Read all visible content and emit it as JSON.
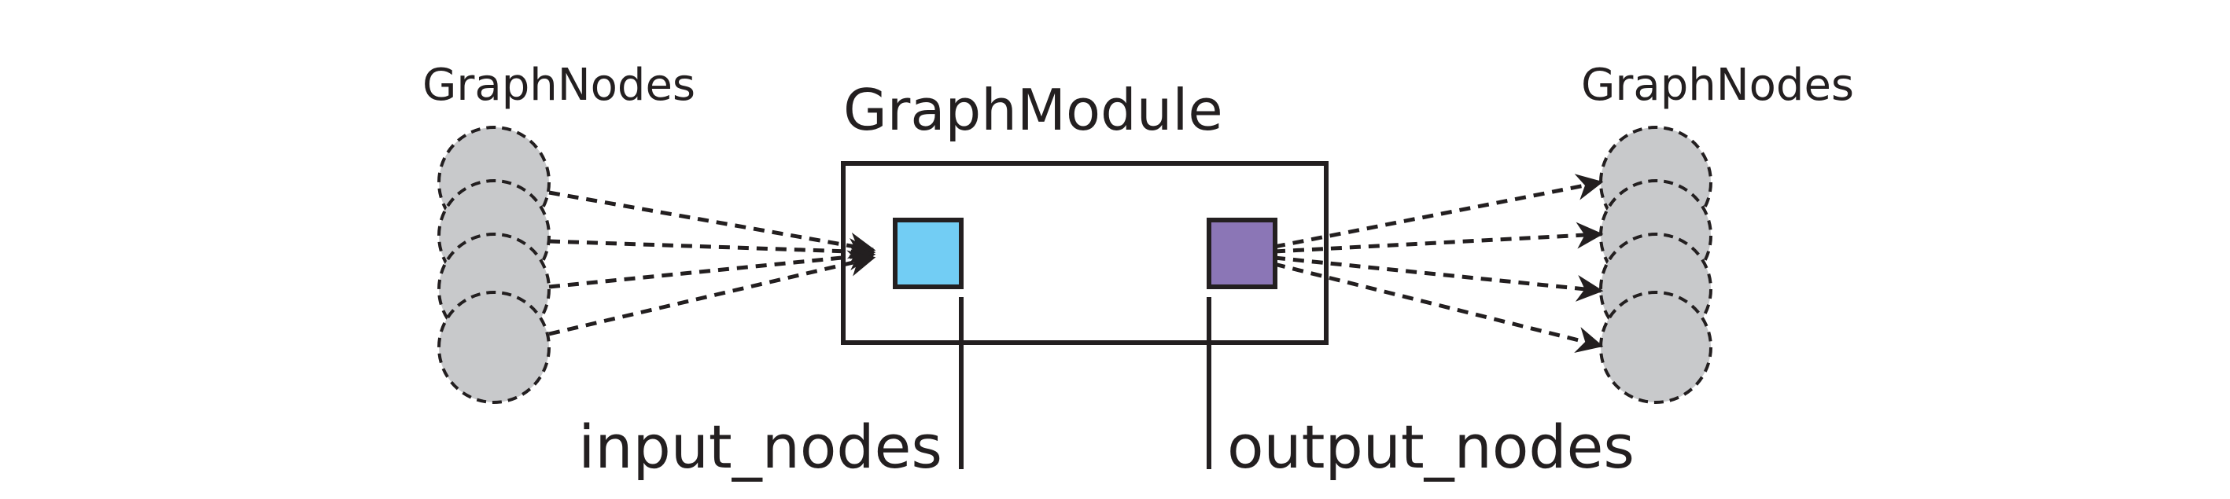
{
  "labels": {
    "left_group": "GraphNodes",
    "right_group": "GraphNodes",
    "module": "GraphModule",
    "input_port": "input_nodes",
    "output_port": "output_nodes"
  },
  "colors": {
    "input_port": "#72cdf4",
    "output_port": "#8b76b6",
    "node_fill": "#c8c9cb",
    "ink": "#231f20"
  },
  "nodes": {
    "left_count": 4,
    "right_count": 4
  }
}
